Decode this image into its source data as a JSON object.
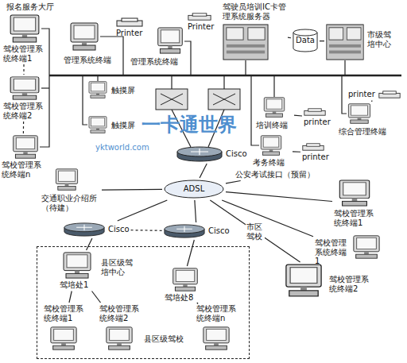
{
  "diagram": {
    "nodes": [
      {
        "text": [
          "驾校管理系统终端1"
        ]
      },
      {
        "text": [
          "Printer"
        ]
      },
      {
        "text": [
          "Printer"
        ]
      },
      {
        "text": [
          "驾驶员培训IC卡管理系统服务器"
        ]
      },
      {
        "text": [
          "Data"
        ]
      },
      {
        "text": [
          "市级驾培中心"
        ]
      },
      {
        "text": [
          "管理系统终端"
        ]
      },
      {
        "text": [
          "管理系统终端"
        ]
      },
      {
        "text": [
          "驾校管理系统终端2"
        ]
      },
      {
        "text": [
          "触摸屏"
        ]
      },
      {
        "text": [
          "触摸屏"
        ]
      },
      {
        "text": [
          "培训终端"
        ]
      },
      {
        "text": [
          "printer"
        ]
      },
      {
        "text": [
          "综合管理终端"
        ]
      },
      {
        "text": [
          "printer"
        ]
      },
      {
        "text": [
          "Cisco"
        ]
      },
      {
        "text": [
          "考务终端"
        ]
      },
      {
        "text": [
          "printer"
        ]
      },
      {
        "text": [
          "驾校管理系统终端n"
        ]
      },
      {
        "text": [
          "ADSL"
        ]
      },
      {
        "text": [
          "交通职业介绍所（待建）"
        ]
      },
      {
        "text": [
          "公安考试接口（预留）"
        ]
      },
      {
        "text": [
          "驾校管理系统终端1"
        ]
      },
      {
        "text": [
          "Cisco"
        ]
      },
      {
        "text": [
          "Cisco"
        ]
      },
      {
        "text": [
          "驾校管理系统终端1"
        ]
      },
      {
        "text": [
          "驾校管理系统终端2"
        ]
      },
      {
        "text": [
          "县区级驾培中心",
          "县区级驾校"
        ]
      },
      {
        "text": [
          "驾培处1"
        ],
        "in": 27
      },
      {
        "text": [
          "驾培处8"
        ],
        "in": 27
      },
      {
        "text": [
          "驾校管理系统终端1"
        ],
        "in": 27
      },
      {
        "text": [
          "驾校管理系统终端2"
        ],
        "in": 27
      },
      {
        "text": [
          "驾校管理系统终端n"
        ],
        "in": 27
      }
    ],
    "edges": [
      {
        "from": 0,
        "to": 8,
        "arrow": "none"
      },
      {
        "from": 8,
        "to": 18,
        "arrow": "none"
      },
      {
        "from": 1,
        "to": 6,
        "arrow": "none"
      },
      {
        "from": 2,
        "to": 7,
        "arrow": "none"
      },
      {
        "from": 3,
        "to": 4,
        "arrow": "none"
      },
      {
        "from": 4,
        "to": 5,
        "arrow": "none"
      },
      {
        "from": 12,
        "to": 11,
        "arrow": "none"
      },
      {
        "from": 14,
        "to": 13,
        "arrow": "none"
      },
      {
        "from": 17,
        "to": 16,
        "arrow": "none"
      },
      {
        "from": 15,
        "to": 19,
        "arrow": "none"
      },
      {
        "from": 19,
        "to": 20,
        "arrow": "none"
      },
      {
        "from": 19,
        "to": 21,
        "arrow": "none"
      },
      {
        "from": 19,
        "to": 22,
        "arrow": "none"
      },
      {
        "from": 19,
        "to": 23,
        "arrow": "none"
      },
      {
        "from": 19,
        "to": 24,
        "arrow": "none"
      },
      {
        "from": 19,
        "to": 25,
        "arrow": "none"
      },
      {
        "from": 19,
        "to": 26,
        "label": "市区驾校",
        "arrow": "none"
      },
      {
        "from": 23,
        "to": 24,
        "arrow": "none"
      },
      {
        "from": 23,
        "to": 28,
        "arrow": "none"
      },
      {
        "from": 24,
        "to": 29,
        "arrow": "none"
      },
      {
        "from": 28,
        "to": 30,
        "arrow": "none"
      },
      {
        "from": 28,
        "to": 31,
        "arrow": "none"
      },
      {
        "from": 29,
        "to": 32,
        "arrow": "none"
      }
    ],
    "labels": [
      "报名服务大厅",
      "一卡通世界",
      "yktworld.com"
    ]
  }
}
